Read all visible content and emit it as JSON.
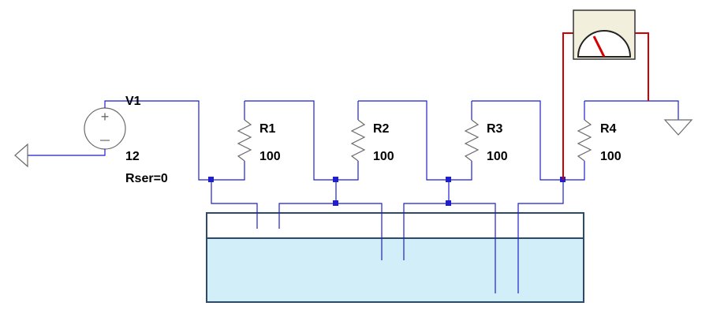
{
  "source": {
    "name": "V1",
    "voltage": "12",
    "series_resistance": "Rser=0"
  },
  "resistors": [
    {
      "name": "R1",
      "value": "100"
    },
    {
      "name": "R2",
      "value": "100"
    },
    {
      "name": "R3",
      "value": "100"
    },
    {
      "name": "R4",
      "value": "100"
    }
  ],
  "colors": {
    "wire": "#1f1fcc",
    "probe": "#d40000",
    "symbol": "#6a6a6a",
    "tank_outline": "#2c4a6a",
    "liquid": "#d2eef9",
    "meter_face": "#ffffff",
    "meter_frame": "#f2f0dd"
  },
  "icons": {
    "source": "voltage-source-icon",
    "meter": "analog-meter-icon",
    "ground": "ground-icon",
    "antenna": "arrow-node-icon"
  }
}
